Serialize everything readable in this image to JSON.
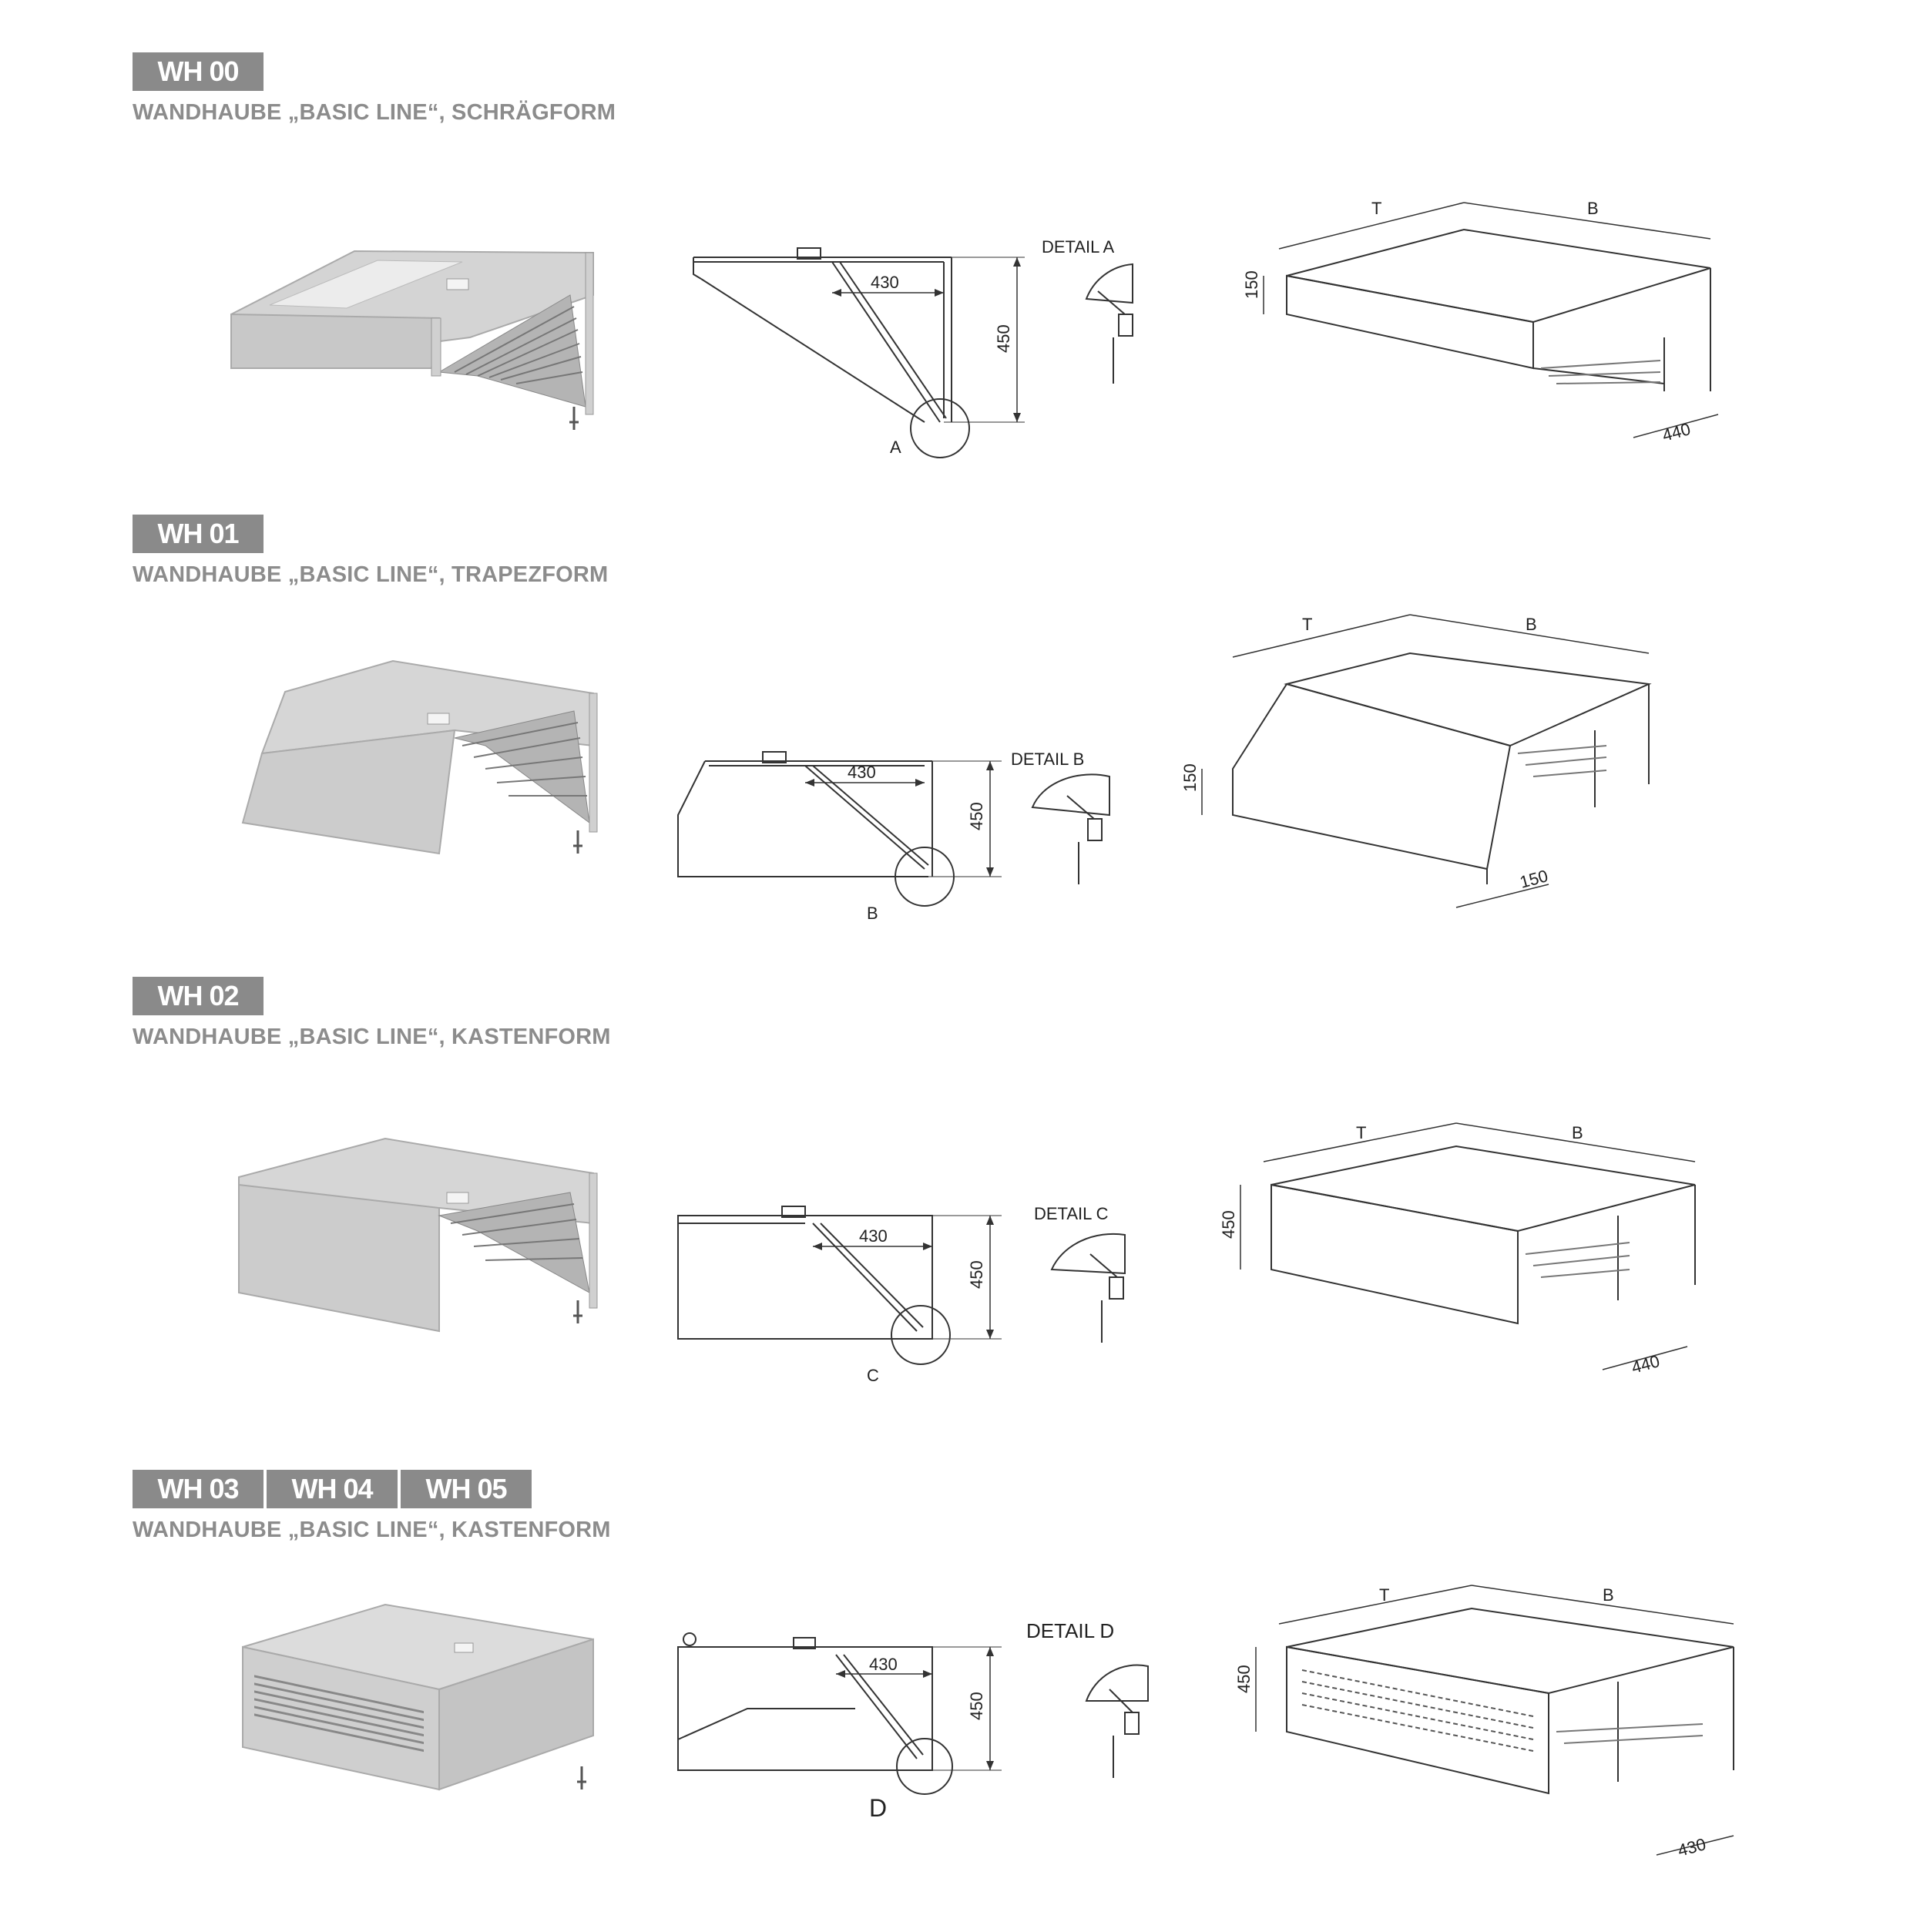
{
  "sections": [
    {
      "badges": [
        "WH 00"
      ],
      "subtitle": "WANDHAUBE „BASIC LINE“, SCHRÄGFORM",
      "section_dim": {
        "width": "430",
        "height": "450"
      },
      "detail_marker": "A",
      "detail_title": "DETAIL A",
      "iso_dims": {
        "t": "T",
        "b": "B",
        "front": "150",
        "bottom": "440"
      }
    },
    {
      "badges": [
        "WH 01"
      ],
      "subtitle": "WANDHAUBE „BASIC LINE“, TRAPEZFORM",
      "section_dim": {
        "width": "430",
        "height": "450"
      },
      "detail_marker": "B",
      "detail_title": "DETAIL B",
      "iso_dims": {
        "t": "T",
        "b": "B",
        "front": "150",
        "bottom": "150"
      }
    },
    {
      "badges": [
        "WH 02"
      ],
      "subtitle": "WANDHAUBE „BASIC LINE“, KASTENFORM",
      "section_dim": {
        "width": "430",
        "height": "450"
      },
      "detail_marker": "C",
      "detail_title": "DETAIL C",
      "iso_dims": {
        "t": "T",
        "b": "B",
        "front": "450",
        "bottom": "440"
      }
    },
    {
      "badges": [
        "WH 03",
        "WH 04",
        "WH 05"
      ],
      "subtitle": "WANDHAUBE „BASIC LINE“, KASTENFORM",
      "section_dim": {
        "width": "430",
        "height": "450"
      },
      "detail_marker": "D",
      "detail_title": "DETAIL D",
      "iso_dims": {
        "t": "T",
        "b": "B",
        "front": "450",
        "bottom": "430"
      }
    }
  ]
}
